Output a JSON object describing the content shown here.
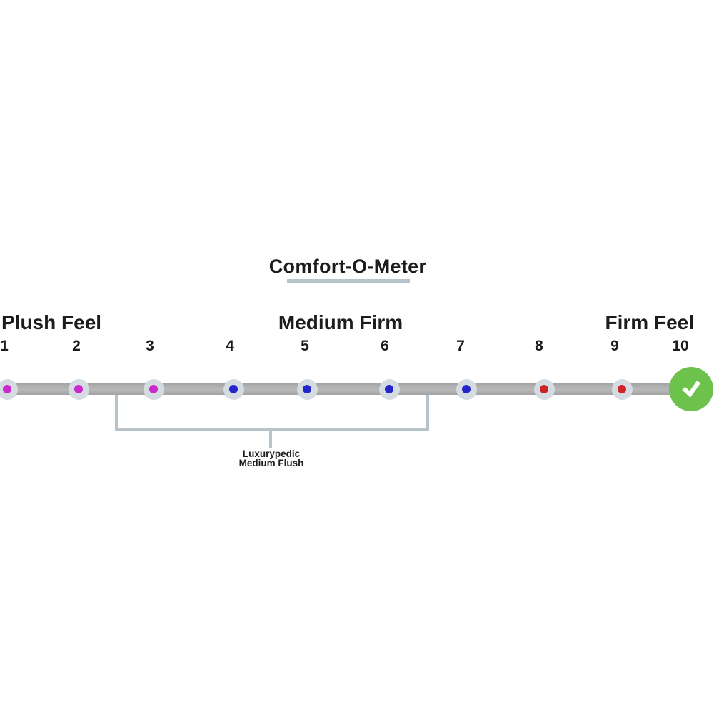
{
  "meter": {
    "title": "Comfort-O-Meter",
    "labels": {
      "plush": "Plush Feel",
      "medium": "Medium Firm",
      "firm": "Firm Feel"
    },
    "scale": {
      "min": 1,
      "max": 10,
      "points": [
        {
          "value": "1",
          "marker": "dot",
          "category": "plush"
        },
        {
          "value": "2",
          "marker": "dot",
          "category": "plush"
        },
        {
          "value": "3",
          "marker": "dot",
          "category": "plush"
        },
        {
          "value": "4",
          "marker": "dot",
          "category": "medium"
        },
        {
          "value": "5",
          "marker": "dot",
          "category": "medium"
        },
        {
          "value": "6",
          "marker": "dot",
          "category": "medium"
        },
        {
          "value": "7",
          "marker": "dot",
          "category": "medium"
        },
        {
          "value": "8",
          "marker": "dot",
          "category": "firm"
        },
        {
          "value": "9",
          "marker": "dot",
          "category": "firm"
        },
        {
          "value": "10",
          "marker": "check",
          "category": "firm"
        }
      ],
      "selected_value": "10"
    },
    "annotation": {
      "line1": "Luxurypedic",
      "line2": "Medium Flush",
      "covers_values": [
        3,
        4,
        5,
        6
      ]
    },
    "colors": {
      "plush_dot": "#cb29cb",
      "medium_dot": "#2525cd",
      "firm_dot": "#cd2525",
      "halo": "#d4dbe1",
      "bar": "#ababab",
      "bracket": "#b7c3cb",
      "check_circle": "#6cc24a",
      "check_mark": "#ffffff",
      "text": "#1c1c1c"
    }
  }
}
